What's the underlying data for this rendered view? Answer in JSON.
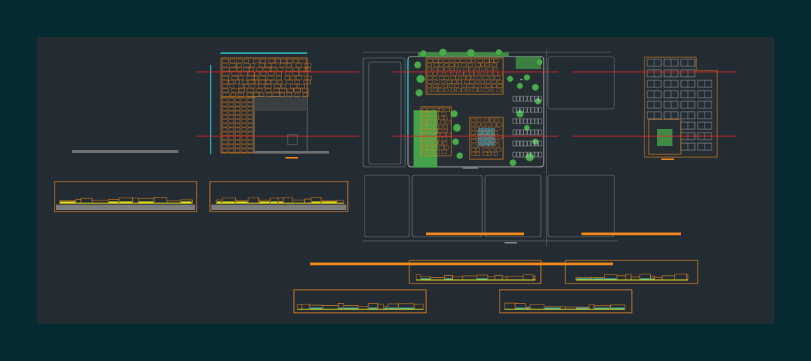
{
  "colors": {
    "outer_background": "#052a30",
    "drawing_background": "#232b33",
    "linework": "#f2881c",
    "section_cut_lines": "#e02525",
    "dimension_lines": "#33e3e8",
    "landscape": "#46a24a",
    "streets": "#b9c2c8",
    "elevation_ground": "#7c7c7c"
  },
  "drawing": {
    "views": [
      {
        "name": "floor-plan-left",
        "kind": "floor plan"
      },
      {
        "name": "site-plan-center",
        "kind": "site plan"
      },
      {
        "name": "parking-plan-right",
        "kind": "parking plan"
      },
      {
        "name": "elevation-1",
        "kind": "elevation"
      },
      {
        "name": "elevation-2",
        "kind": "elevation"
      },
      {
        "name": "elevation-3",
        "kind": "elevation"
      },
      {
        "name": "elevation-4",
        "kind": "elevation"
      },
      {
        "name": "elevation-5",
        "kind": "elevation"
      },
      {
        "name": "elevation-6",
        "kind": "elevation"
      }
    ]
  }
}
